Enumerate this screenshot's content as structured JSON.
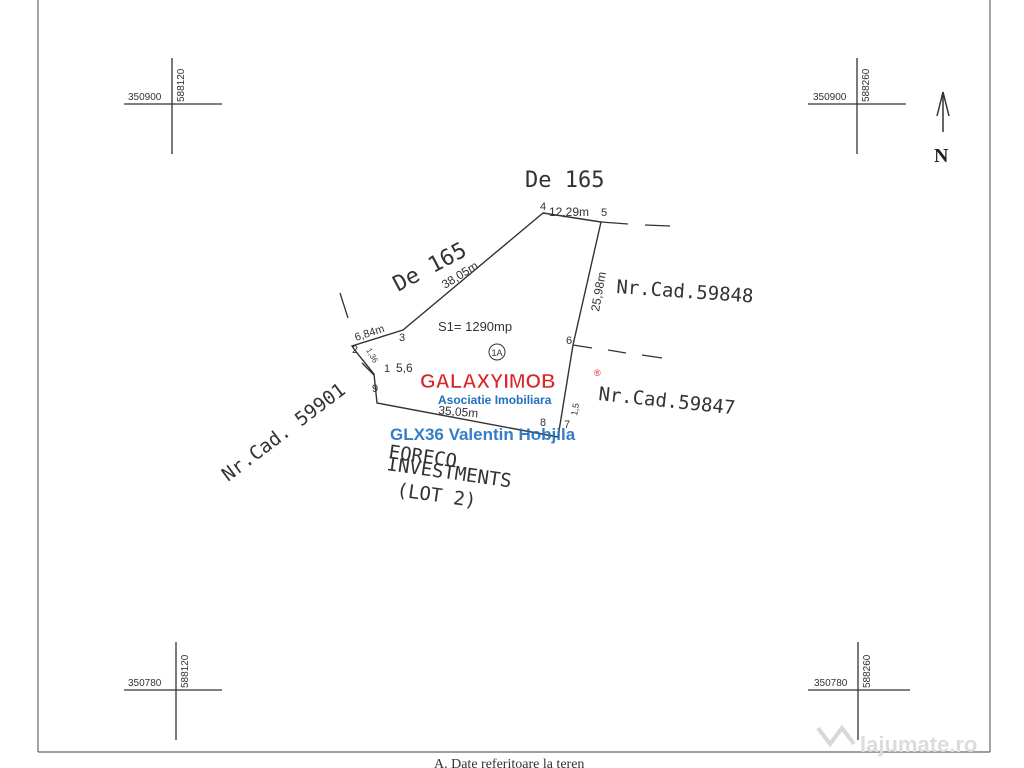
{
  "grid_marks": {
    "top_left": {
      "x": "350900",
      "y": "588120"
    },
    "top_right": {
      "x": "350900",
      "y": "588260"
    },
    "bottom_left": {
      "x": "350780",
      "y": "588120"
    },
    "bottom_right": {
      "x": "350780",
      "y": "588260"
    }
  },
  "north_label": "N",
  "roads": {
    "top": "De 165",
    "diagonal": "De 165"
  },
  "parcels": {
    "right_upper": "Nr.Cad.59848",
    "right_lower": "Nr.Cad.59847",
    "left": "Nr.Cad. 59901"
  },
  "owner": {
    "line1": "EORECO",
    "line2": "INVESTMENTS",
    "line3": "(LOT 2)"
  },
  "lot": {
    "area": "S1= 1290mp",
    "id": "1A"
  },
  "dimensions": {
    "d45": "12,29m",
    "d34": "38,05m",
    "d23": "6,84m",
    "d56": "25,98m",
    "d12": "1,36",
    "d19": "5,6",
    "d98": "35,05m",
    "d87": "1,5"
  },
  "vertices": [
    "1",
    "2",
    "3",
    "4",
    "5",
    "6",
    "7",
    "8",
    "9"
  ],
  "watermark": {
    "brand": "GALAXYIMOB",
    "registered": "®",
    "subtitle": "Asociatie Imobiliara",
    "agent": "GLX36 Valentin Hobjila"
  },
  "site_watermark": "lajumate.ro",
  "footer_caption": "A. Date referitoare la teren",
  "colors": {
    "ink": "#333333",
    "brand_red": "#d9262b",
    "brand_blue": "#1f6fc0",
    "watermark_grey": "#dcdcdc"
  }
}
